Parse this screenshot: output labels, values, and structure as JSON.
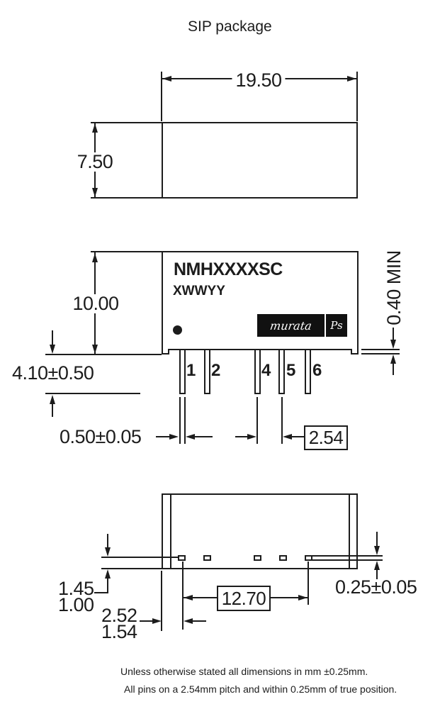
{
  "title": "SIP package",
  "front": {
    "part_number": "NMHXXXXSC",
    "date_code": "XWWYY",
    "logo": {
      "main": "murata",
      "sub": "Ps"
    },
    "pins": [
      "1",
      "2",
      "4",
      "5",
      "6"
    ]
  },
  "dims": {
    "body_width": "19.50",
    "body_depth": "7.50",
    "body_height": "10.00",
    "standoff_min": "0.40 MIN",
    "pin_length": "4.10±0.50",
    "pin_width": "0.50±0.05",
    "pin_pitch": "2.54",
    "pin_row_a": "1.45",
    "pin_row_b": "1.00",
    "edge_to_pin_a": "2.52",
    "edge_to_pin_b": "1.54",
    "pin_span": "12.70",
    "pin_thickness": "0.25±0.05"
  },
  "notes": [
    "Unless otherwise stated all dimensions in mm ±0.25mm.",
    "All pins on a 2.54mm pitch and within 0.25mm of true position."
  ],
  "colors": {
    "line": "#1c1c1c",
    "background": "#ffffff",
    "logo_bg": "#111111",
    "logo_text": "#ffffff"
  }
}
